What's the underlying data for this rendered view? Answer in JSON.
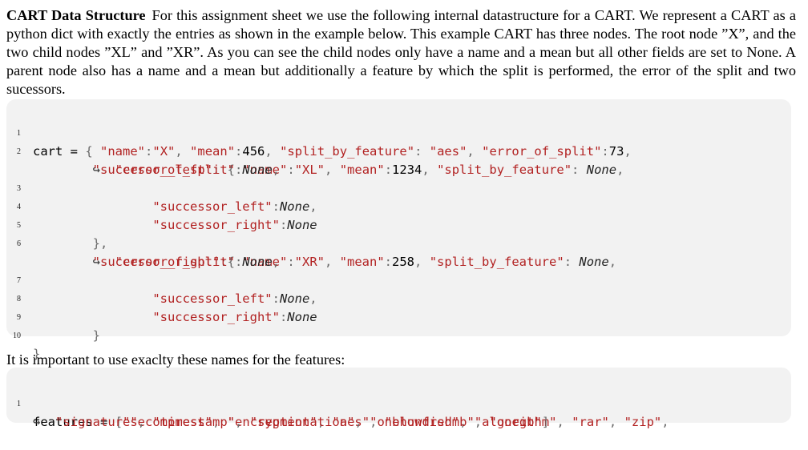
{
  "intro": {
    "heading": "CART Data Structure",
    "text": "For this assignment sheet we use the following internal datastructure for a CART. We represent a CART as a python dict with exactly the entries as shown in the example below. This example CART has three nodes. The root node ”X”, and the two child nodes ”XL” and ”XR”. As you can see the child nodes only have a name and a mean but all other fields are set to None. A parent node also has a name and a mean but additionally a feature by which the split is performed, the error of the split and two sucessors."
  },
  "code1": {
    "line_numbers": [
      "1",
      "2",
      "",
      "3",
      "4",
      "5",
      "6",
      "",
      "7",
      "8",
      "9",
      "10"
    ]
  },
  "middle_text": "It is important to use exaclty these names for the features:",
  "code2": {
    "line_numbers": [
      "1",
      ""
    ],
    "features": [
      "secompress",
      "encryption",
      "aes",
      "blowfish",
      "algorithm",
      "rar",
      "zip",
      "signature",
      "timestamp",
      "segmentation",
      "onehundredmb",
      "onegb"
    ]
  }
}
